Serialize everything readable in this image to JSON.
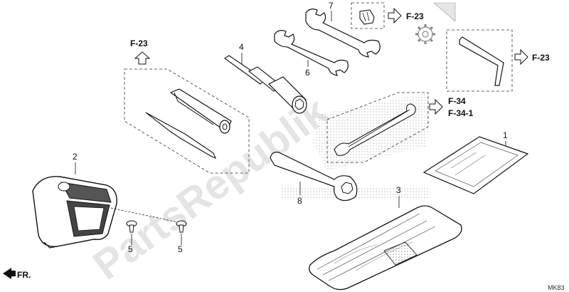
{
  "watermark": "PartsRepublik",
  "refs": {
    "f23_a": "F-23",
    "f23_b": "F-23",
    "f23_c": "F-23",
    "f34": "F-34",
    "f341": "F-34-1"
  },
  "callouts": {
    "n1": "1",
    "n2": "2",
    "n3": "3",
    "n4": "4",
    "n5a": "5",
    "n5b": "5",
    "n6": "6",
    "n7": "7",
    "n8": "8"
  },
  "front_marker": "FR.",
  "diagram_code": "MK83"
}
